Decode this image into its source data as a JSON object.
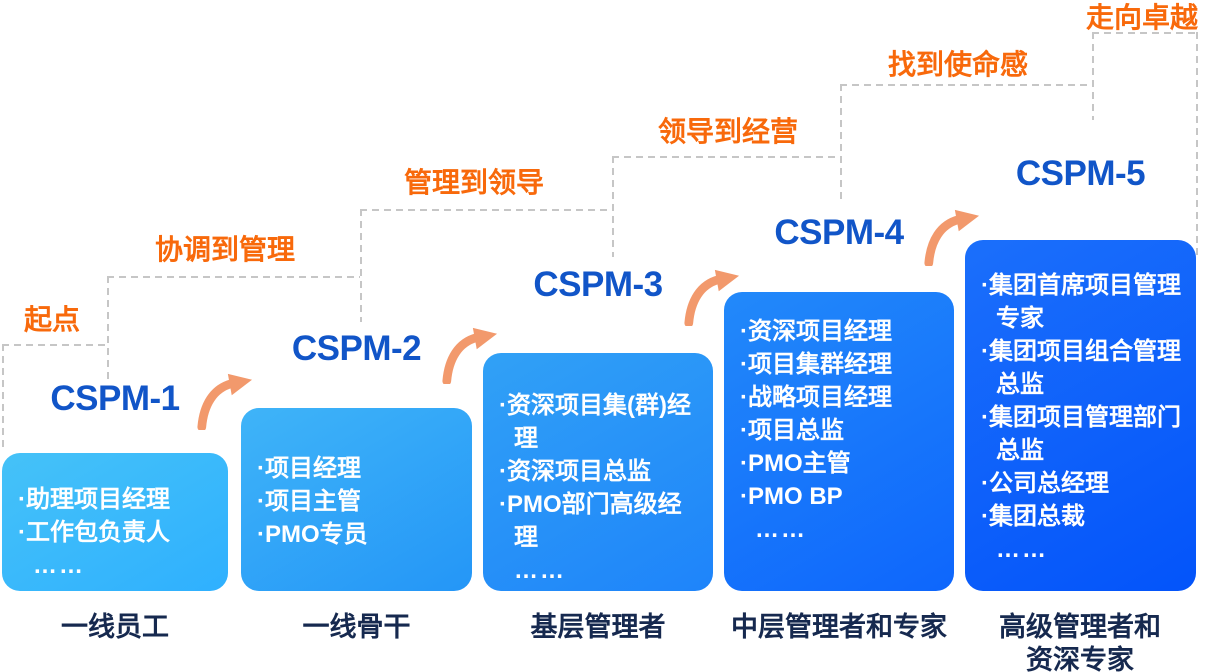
{
  "colors": {
    "background": "#ffffff",
    "milestone_orange": "#f8690b",
    "title_blue": "#1155c8",
    "bottom_label_navy": "#16294f",
    "arrow_salmon": "#f2996c",
    "connector_gray": "#c6c6c6",
    "box_text": "#ffffff",
    "box1_gradient": [
      "#45c2f8",
      "#2fb0fe"
    ],
    "box2_gradient": [
      "#3fb4f8",
      "#2496f7"
    ],
    "box3_gradient": [
      "#31a1f6",
      "#1e84fa"
    ],
    "box4_gradient": [
      "#2289fa",
      "#0e66fc"
    ],
    "box5_gradient": [
      "#1b6ffb",
      "#0354fa"
    ]
  },
  "milestones": [
    {
      "label": "起点"
    },
    {
      "label": "协调到管理"
    },
    {
      "label": "管理到领导"
    },
    {
      "label": "领导到经营"
    },
    {
      "label": "找到使命感"
    },
    {
      "label": "走向卓越"
    }
  ],
  "steps": [
    {
      "title": "CSPM-1",
      "roles": [
        "·助理项目经理",
        "·工作包负责人",
        "……"
      ],
      "bottom_label": "一线员工"
    },
    {
      "title": "CSPM-2",
      "roles": [
        "·项目经理",
        "·项目主管",
        "·PMO专员"
      ],
      "bottom_label": "一线骨干"
    },
    {
      "title": "CSPM-3",
      "roles": [
        "·资深项目集(群)经理",
        "·资深项目总监",
        "·PMO部门高级经理",
        "……"
      ],
      "bottom_label": "基层管理者"
    },
    {
      "title": "CSPM-4",
      "roles": [
        "·资深项目经理",
        "·项目集群经理",
        "·战略项目经理",
        "·项目总监",
        "·PMO主管",
        "·PMO BP",
        "……"
      ],
      "bottom_label": "中层管理者和专家"
    },
    {
      "title": "CSPM-5",
      "roles": [
        "·集团首席项目管理专家",
        "·集团项目组合管理总监",
        "·集团项目管理部门总监",
        "·公司总经理",
        "·集团总裁",
        "……"
      ],
      "bottom_label": "高级管理者和资深专家"
    }
  ]
}
